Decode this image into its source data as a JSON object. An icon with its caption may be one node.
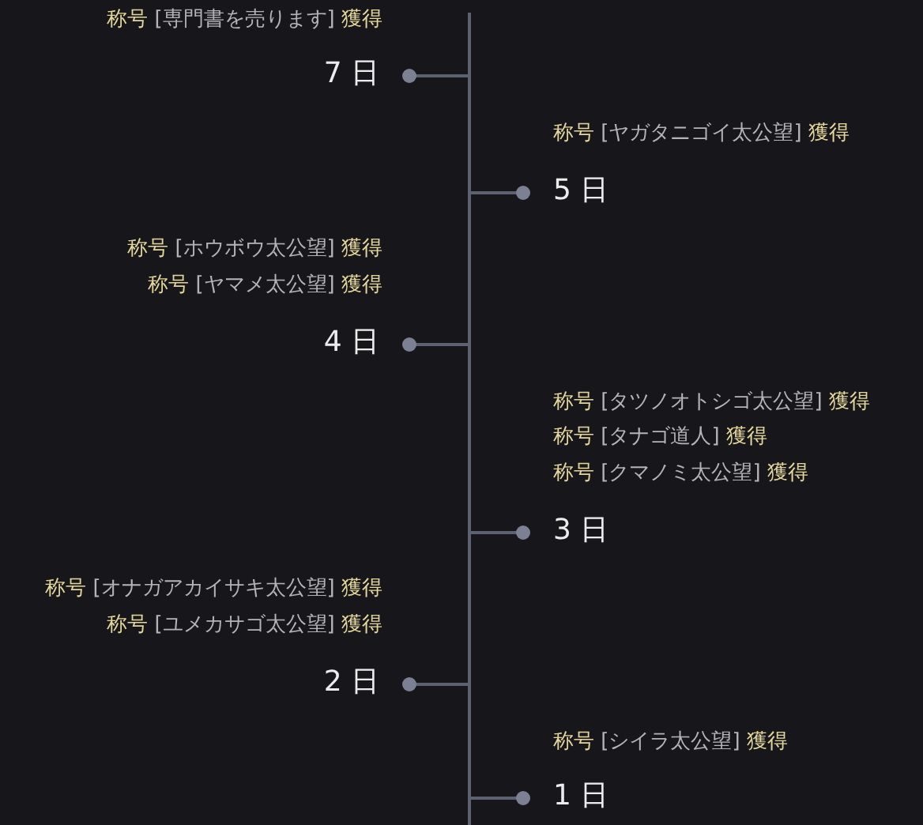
{
  "diagram": {
    "labels": [
      "称号 [専門書を売ります] 獲得",
      "7 日",
      "称号 [ヤガタニゴイ太公望] 獲得",
      "5 日",
      "称号 [ホウボウ太公望] 獲得",
      "称号 [ヤマメ太公望] 獲得",
      "4 日",
      "称号 [タツノオトシゴ太公望] 獲得",
      "称号 [タナゴ道人] 獲得",
      "称号 [クマノミ太公望] 獲得",
      "3 日",
      "称号 [オナガアカイサキ太公望] 獲得",
      "称号 [ユメカサゴ太公望] 獲得",
      "2 日",
      "称号 [シイラ太公望] 獲得",
      "1 日"
    ]
  }
}
